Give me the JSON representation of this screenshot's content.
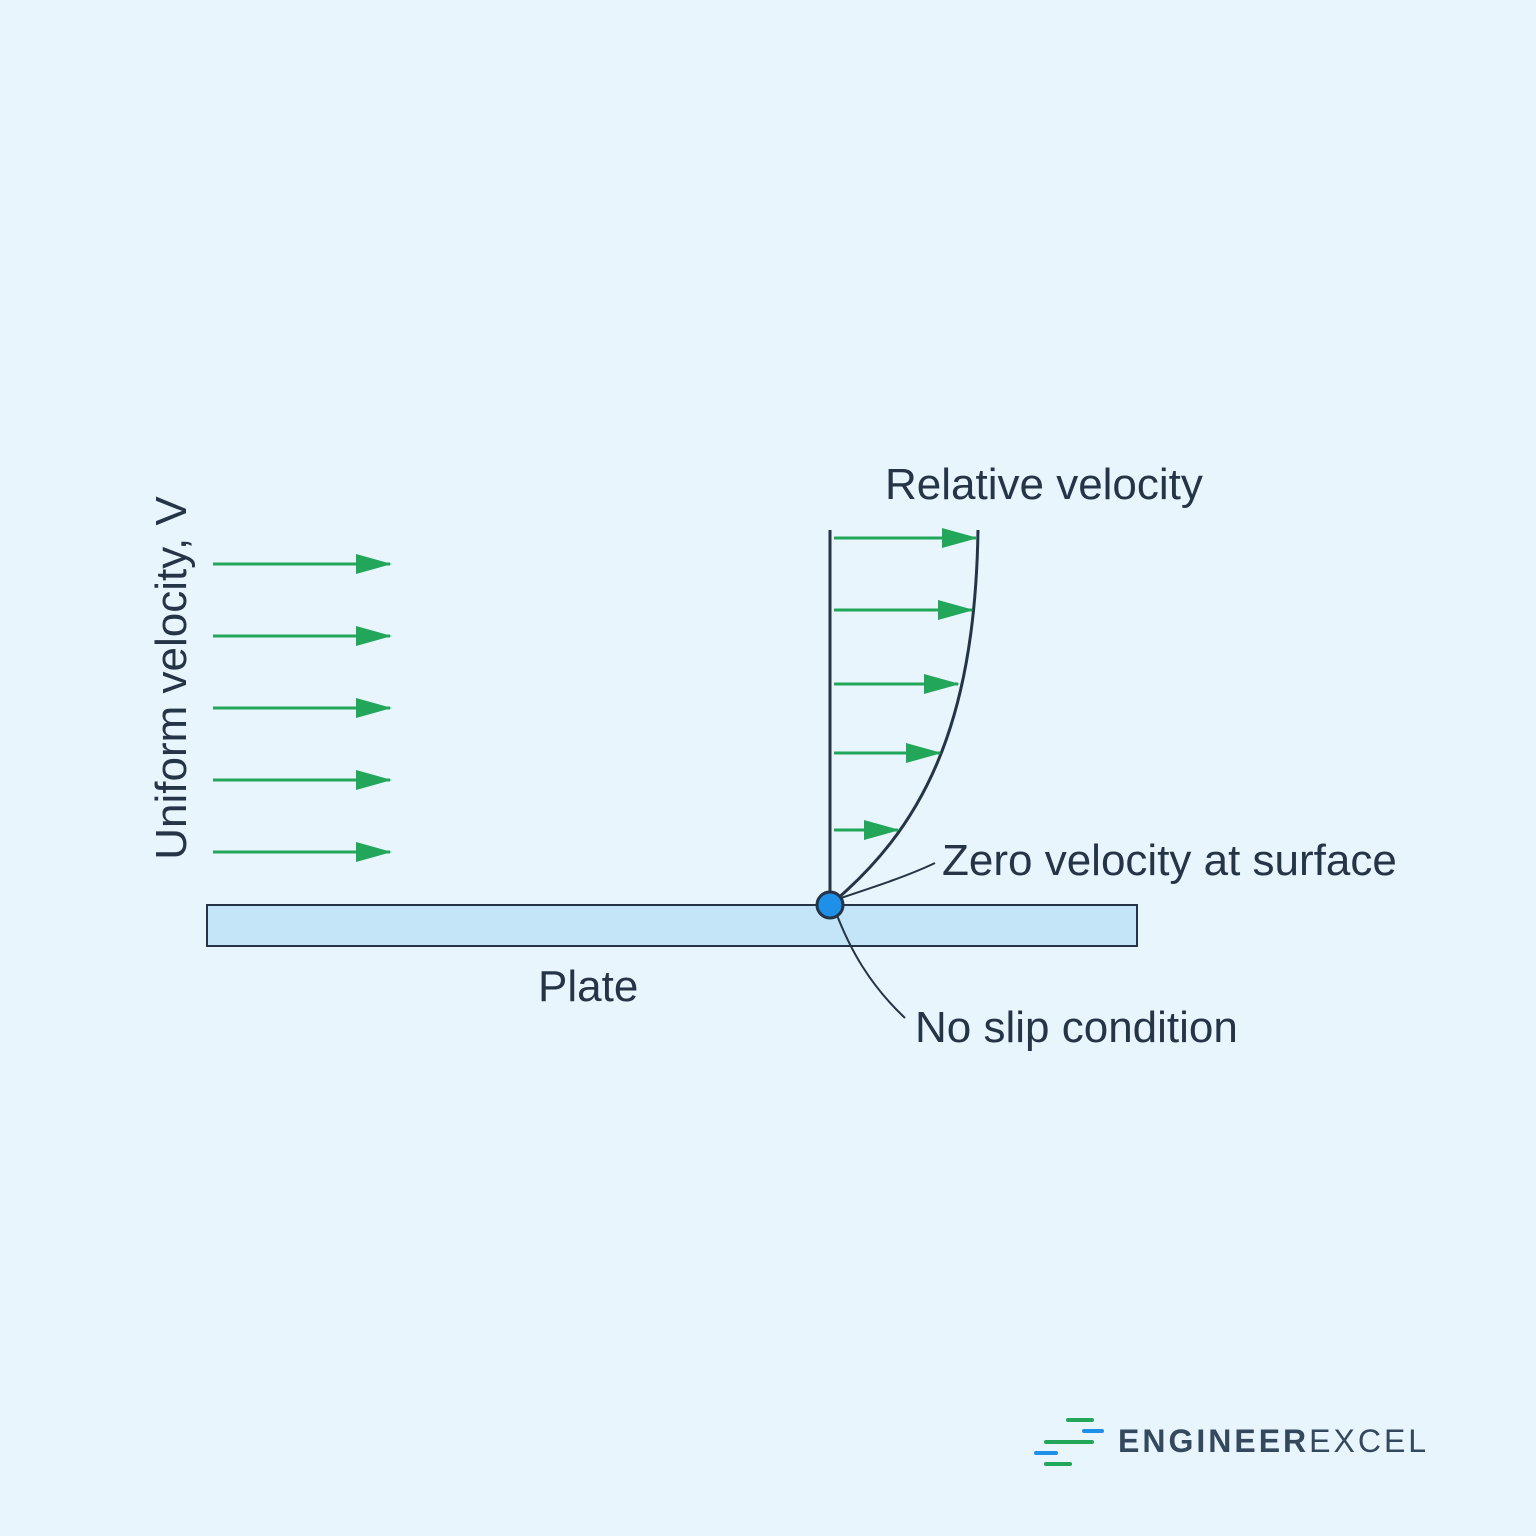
{
  "labels": {
    "uniform_velocity": "Uniform velocity, V",
    "relative_velocity": "Relative velocity",
    "zero_velocity": "Zero velocity at surface",
    "plate": "Plate",
    "no_slip": "No slip condition"
  },
  "logo": {
    "bold": "ENGINEER",
    "light": "EXCEL"
  },
  "colors": {
    "background": "#e8f5fd",
    "arrow": "#21a65a",
    "line": "#253446",
    "plate_fill": "#c4e4f8",
    "point": "#1e90e8"
  }
}
